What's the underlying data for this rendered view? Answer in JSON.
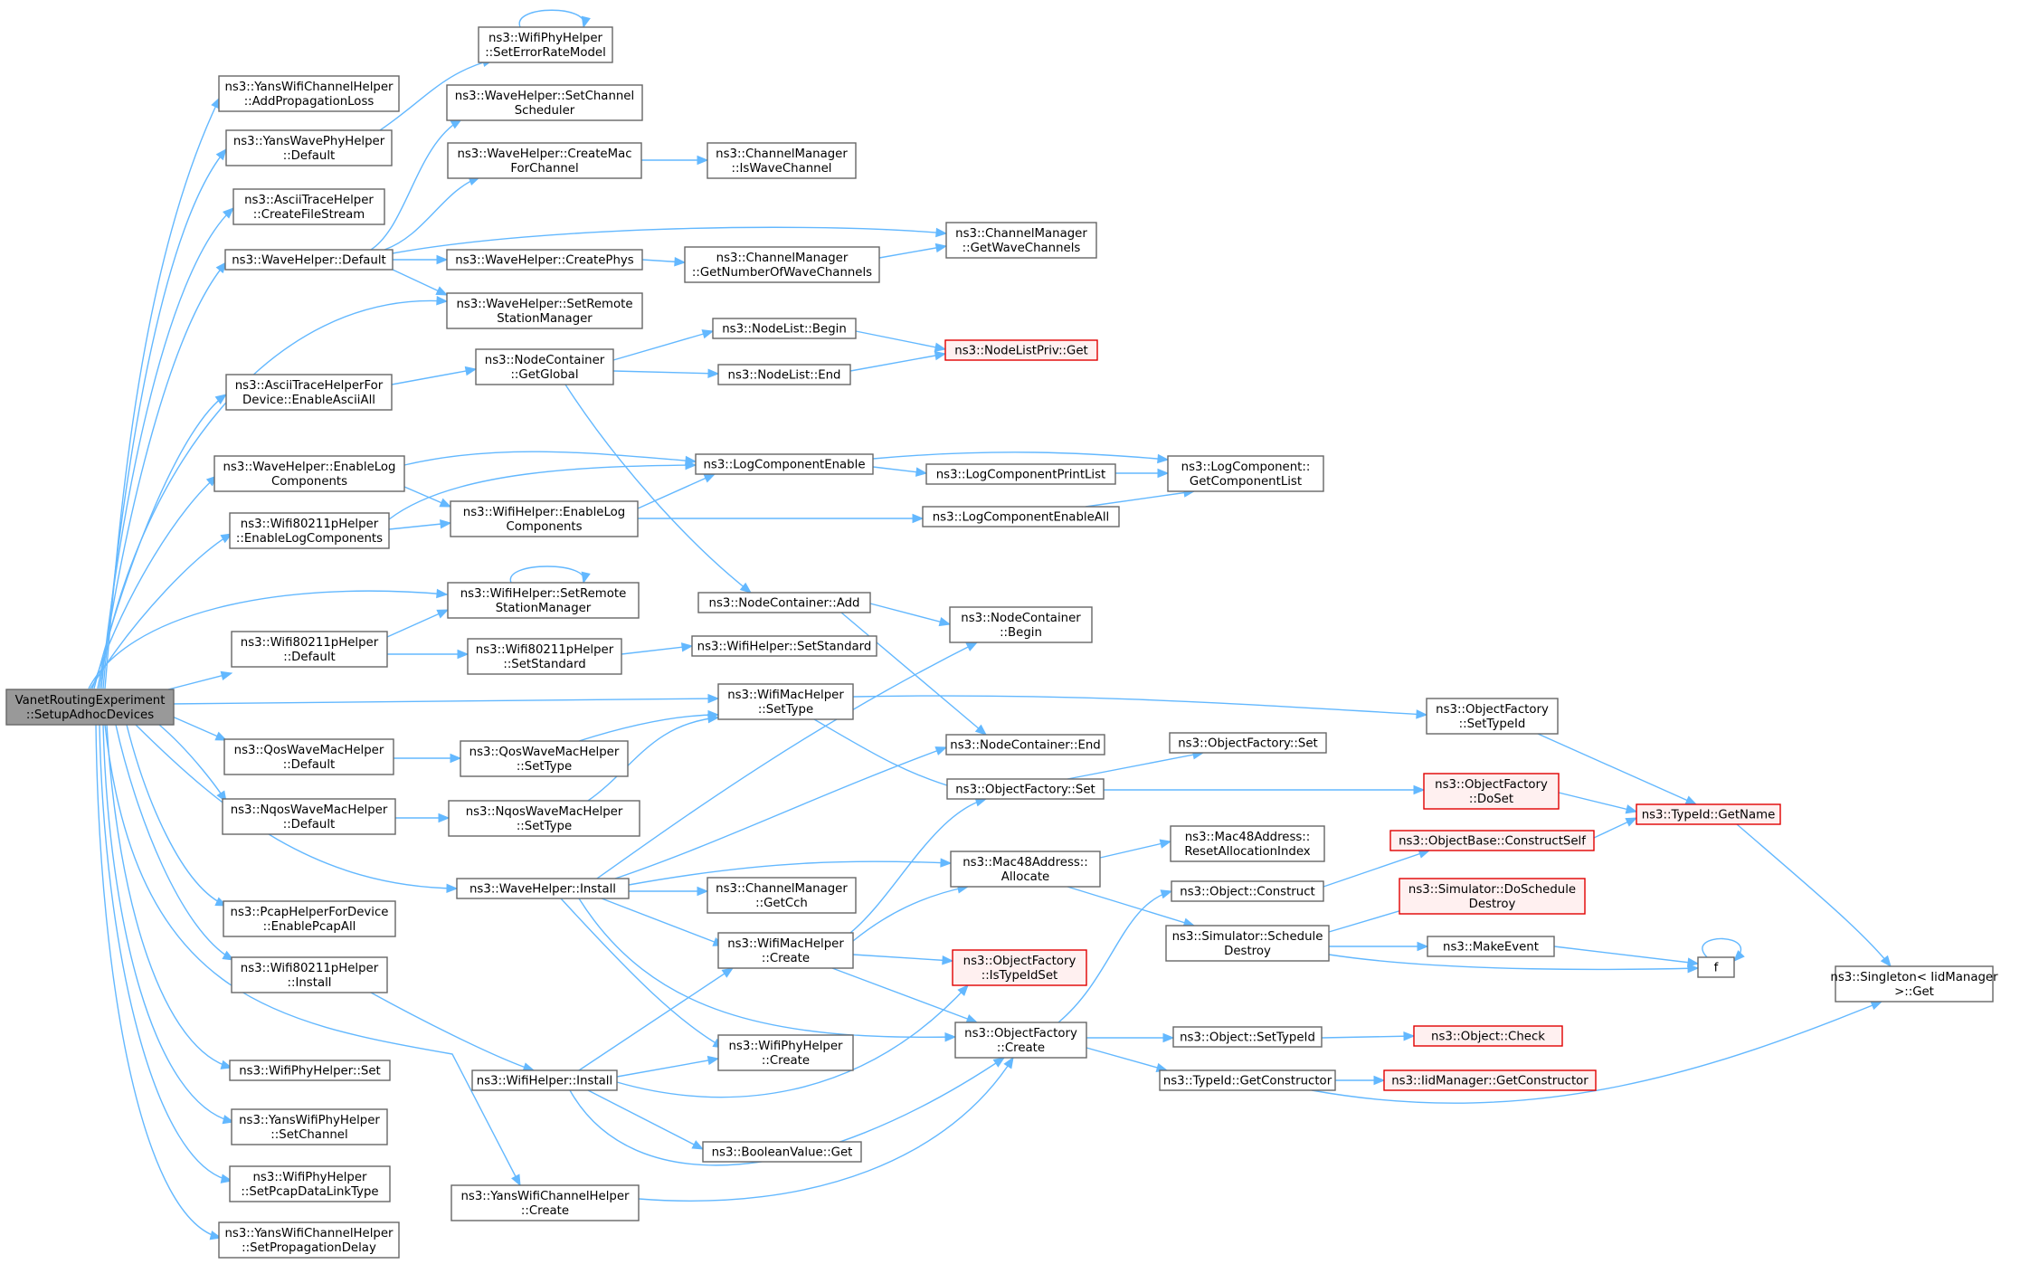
{
  "diagram": {
    "accent_edge_color": "#63b8ff",
    "node_border_color": "#666666",
    "root_fill_color": "#999999",
    "truncated_border_color": "#e00000",
    "nodes": [
      {
        "id": "root",
        "lines": [
          "VanetRoutingExperiment",
          "::SetupAdhocDevices"
        ],
        "root": true
      },
      {
        "id": "yc_addprop",
        "lines": [
          "ns3::YansWifiChannelHelper",
          "::AddPropagationLoss"
        ]
      },
      {
        "id": "ywp_default",
        "lines": [
          "ns3::YansWavePhyHelper",
          "::Default"
        ]
      },
      {
        "id": "ascii_create",
        "lines": [
          "ns3::AsciiTraceHelper",
          "::CreateFileStream"
        ]
      },
      {
        "id": "wave_default",
        "lines": [
          "ns3::WaveHelper::Default"
        ]
      },
      {
        "id": "ascii_dev",
        "lines": [
          "ns3::AsciiTraceHelperFor",
          "Device::EnableAsciiAll"
        ]
      },
      {
        "id": "wave_enablelog",
        "lines": [
          "ns3::WaveHelper::EnableLog",
          "Components"
        ]
      },
      {
        "id": "w80211_enablelog",
        "lines": [
          "ns3::Wifi80211pHelper",
          "::EnableLogComponents"
        ]
      },
      {
        "id": "w80211_default",
        "lines": [
          "ns3::Wifi80211pHelper",
          "::Default"
        ]
      },
      {
        "id": "qos_default",
        "lines": [
          "ns3::QosWaveMacHelper",
          "::Default"
        ]
      },
      {
        "id": "nqos_default",
        "lines": [
          "ns3::NqosWaveMacHelper",
          "::Default"
        ]
      },
      {
        "id": "pcap_enable",
        "lines": [
          "ns3::PcapHelperForDevice",
          "::EnablePcapAll"
        ]
      },
      {
        "id": "w80211_install",
        "lines": [
          "ns3::Wifi80211pHelper",
          "::Install"
        ]
      },
      {
        "id": "wphy_set",
        "lines": [
          "ns3::WifiPhyHelper::Set"
        ]
      },
      {
        "id": "ywphy_setchan",
        "lines": [
          "ns3::YansWifiPhyHelper",
          "::SetChannel"
        ]
      },
      {
        "id": "wphy_pcap",
        "lines": [
          "ns3::WifiPhyHelper",
          "::SetPcapDataLinkType"
        ]
      },
      {
        "id": "yc_setprop",
        "lines": [
          "ns3::YansWifiChannelHelper",
          "::SetPropagationDelay"
        ]
      },
      {
        "id": "wphy_seterr",
        "lines": [
          "ns3::WifiPhyHelper",
          "::SetErrorRateModel"
        ]
      },
      {
        "id": "wave_setchan",
        "lines": [
          "ns3::WaveHelper::SetChannel",
          "Scheduler"
        ]
      },
      {
        "id": "wave_createmac",
        "lines": [
          "ns3::WaveHelper::CreateMac",
          "ForChannel"
        ]
      },
      {
        "id": "wave_createphys",
        "lines": [
          "ns3::WaveHelper::CreatePhys"
        ]
      },
      {
        "id": "wave_setremote",
        "lines": [
          "ns3::WaveHelper::SetRemote",
          "StationManager"
        ]
      },
      {
        "id": "nc_getglobal",
        "lines": [
          "ns3::NodeContainer",
          "::GetGlobal"
        ]
      },
      {
        "id": "log_enable",
        "lines": [
          "ns3::LogComponentEnable"
        ]
      },
      {
        "id": "wifi_enablelog",
        "lines": [
          "ns3::WifiHelper::EnableLog",
          "Components"
        ]
      },
      {
        "id": "wifi_setremote",
        "lines": [
          "ns3::WifiHelper::SetRemote",
          "StationManager"
        ]
      },
      {
        "id": "w80211_setstd",
        "lines": [
          "ns3::Wifi80211pHelper",
          "::SetStandard"
        ]
      },
      {
        "id": "mac_settype",
        "lines": [
          "ns3::WifiMacHelper",
          "::SetType"
        ]
      },
      {
        "id": "qos_settype",
        "lines": [
          "ns3::QosWaveMacHelper",
          "::SetType"
        ]
      },
      {
        "id": "nqos_settype",
        "lines": [
          "ns3::NqosWaveMacHelper",
          "::SetType"
        ]
      },
      {
        "id": "wave_install",
        "lines": [
          "ns3::WaveHelper::Install"
        ]
      },
      {
        "id": "wifi_install",
        "lines": [
          "ns3::WifiHelper::Install"
        ]
      },
      {
        "id": "yc_create",
        "lines": [
          "ns3::YansWifiChannelHelper",
          "::Create"
        ]
      },
      {
        "id": "cm_iswave",
        "lines": [
          "ns3::ChannelManager",
          "::IsWaveChannel"
        ]
      },
      {
        "id": "cm_getnum",
        "lines": [
          "ns3::ChannelManager",
          "::GetNumberOfWaveChannels"
        ]
      },
      {
        "id": "nl_begin",
        "lines": [
          "ns3::NodeList::Begin"
        ]
      },
      {
        "id": "nl_end",
        "lines": [
          "ns3::NodeList::End"
        ]
      },
      {
        "id": "nc_add",
        "lines": [
          "ns3::NodeContainer::Add"
        ]
      },
      {
        "id": "wifi_setstd",
        "lines": [
          "ns3::WifiHelper::SetStandard"
        ]
      },
      {
        "id": "cm_getcch",
        "lines": [
          "ns3::ChannelManager",
          "::GetCch"
        ]
      },
      {
        "id": "mac_create",
        "lines": [
          "ns3::WifiMacHelper",
          "::Create"
        ]
      },
      {
        "id": "wphy_create",
        "lines": [
          "ns3::WifiPhyHelper",
          "::Create"
        ]
      },
      {
        "id": "bool_get",
        "lines": [
          "ns3::BooleanValue::Get"
        ]
      },
      {
        "id": "cm_getwave",
        "lines": [
          "ns3::ChannelManager",
          "::GetWaveChannels"
        ]
      },
      {
        "id": "nlp_get",
        "lines": [
          "ns3::NodeListPriv::Get"
        ],
        "red": true
      },
      {
        "id": "log_printlist",
        "lines": [
          "ns3::LogComponentPrintList"
        ]
      },
      {
        "id": "log_enableall",
        "lines": [
          "ns3::LogComponentEnableAll"
        ]
      },
      {
        "id": "nc_begin",
        "lines": [
          "ns3::NodeContainer",
          "::Begin"
        ]
      },
      {
        "id": "nc_end",
        "lines": [
          "ns3::NodeContainer::End"
        ]
      },
      {
        "id": "of_set",
        "lines": [
          "ns3::ObjectFactory::Set"
        ]
      },
      {
        "id": "mac48_alloc",
        "lines": [
          "ns3::Mac48Address::",
          "Allocate"
        ]
      },
      {
        "id": "of_istypeidset",
        "lines": [
          "ns3::ObjectFactory",
          "::IsTypeIdSet"
        ],
        "red": true
      },
      {
        "id": "of_create",
        "lines": [
          "ns3::ObjectFactory",
          "::Create"
        ]
      },
      {
        "id": "log_getlist",
        "lines": [
          "ns3::LogComponent::",
          "GetComponentList"
        ]
      },
      {
        "id": "of_set2",
        "lines": [
          "ns3::ObjectFactory::Set"
        ]
      },
      {
        "id": "mac48_reset",
        "lines": [
          "ns3::Mac48Address::",
          "ResetAllocationIndex"
        ]
      },
      {
        "id": "obj_construct",
        "lines": [
          "ns3::Object::Construct"
        ]
      },
      {
        "id": "sim_schedule",
        "lines": [
          "ns3::Simulator::Schedule",
          "Destroy"
        ]
      },
      {
        "id": "obj_settypeid",
        "lines": [
          "ns3::Object::SetTypeId"
        ]
      },
      {
        "id": "tid_getctor",
        "lines": [
          "ns3::TypeId::GetConstructor"
        ]
      },
      {
        "id": "of_settypeid",
        "lines": [
          "ns3::ObjectFactory",
          "::SetTypeId"
        ]
      },
      {
        "id": "of_doset",
        "lines": [
          "ns3::ObjectFactory",
          "::DoSet"
        ],
        "red": true
      },
      {
        "id": "ob_constructself",
        "lines": [
          "ns3::ObjectBase::ConstructSelf"
        ],
        "red": true
      },
      {
        "id": "sim_doschedule",
        "lines": [
          "ns3::Simulator::DoSchedule",
          "Destroy"
        ],
        "red": true
      },
      {
        "id": "make_event",
        "lines": [
          "ns3::MakeEvent"
        ]
      },
      {
        "id": "obj_check",
        "lines": [
          "ns3::Object::Check"
        ],
        "red": true
      },
      {
        "id": "iid_getctor",
        "lines": [
          "ns3::IidManager::GetConstructor"
        ],
        "red": true
      },
      {
        "id": "tid_getname",
        "lines": [
          "ns3::TypeId::GetName"
        ],
        "red": true
      },
      {
        "id": "f",
        "lines": [
          "f"
        ]
      },
      {
        "id": "singleton_get",
        "lines": [
          "ns3::Singleton< IidManager",
          " >::Get"
        ]
      }
    ]
  }
}
